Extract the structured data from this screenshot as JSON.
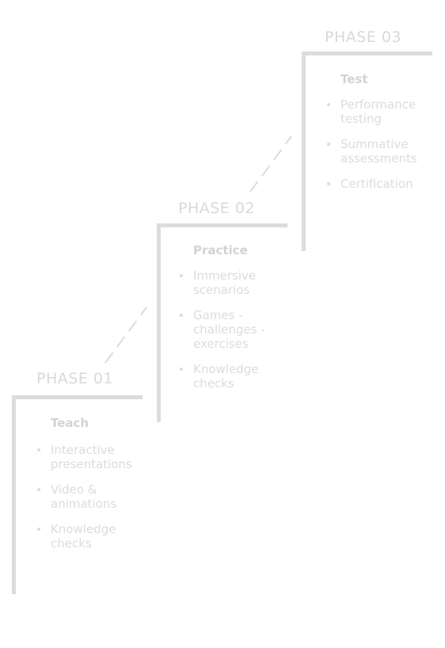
{
  "phases": [
    {
      "label": "PHASE 01",
      "title": "Teach",
      "items": [
        "Interactive\npresentations",
        "Video &\nanimations",
        "Knowledge\nchecks"
      ]
    },
    {
      "label": "PHASE 02",
      "title": "Practice",
      "items": [
        "Immersive\nscenarios",
        "Games -\nchallenges -\nexercises",
        "Knowledge\nchecks"
      ]
    },
    {
      "label": "PHASE 03",
      "title": "Test",
      "items": [
        "Performance\ntesting",
        "Summative\nassessments",
        "Certification"
      ]
    }
  ],
  "colors": {
    "frame": "#dcdcdc",
    "text": "#dcdcdc",
    "label": "#d9d9d9"
  }
}
